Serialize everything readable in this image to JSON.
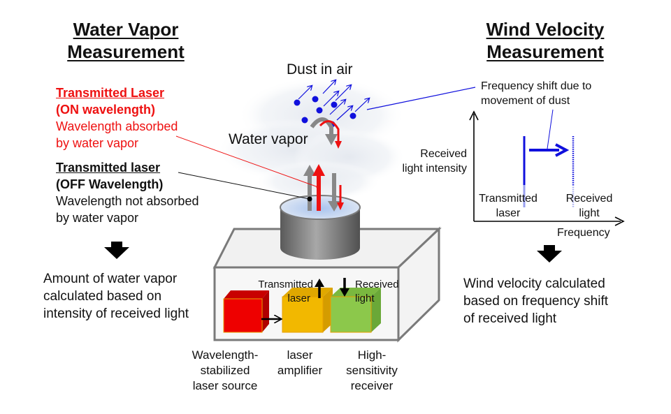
{
  "left": {
    "title_line1": "Water Vapor",
    "title_line2": "Measurement",
    "on_laser": {
      "heading": "Transmitted Laser",
      "subheading": "(ON wavelength)",
      "desc_line1": "Wavelength absorbed",
      "desc_line2": "by water vapor"
    },
    "off_laser": {
      "heading": "Transmitted laser",
      "subheading": "(OFF Wavelength)",
      "desc_line1": "Wavelength not absorbed",
      "desc_line2": "by water vapor"
    },
    "result_line1": "Amount of water vapor",
    "result_line2": "calculated based on",
    "result_line3": "intensity of received light"
  },
  "center": {
    "dust_label": "Dust in air",
    "vapor_label": "Water vapor",
    "transmitted_line1": "Transmitted",
    "transmitted_line2": "laser",
    "received_line1": "Received",
    "received_line2": "light",
    "components": [
      {
        "line1": "Wavelength-",
        "line2": "stabilized",
        "line3": "laser source",
        "color": "#ee0000"
      },
      {
        "line1": "laser",
        "line2": "amplifier",
        "line3": "",
        "color": "#f2b800"
      },
      {
        "line1": "High-",
        "line2": "sensitivity",
        "line3": "receiver",
        "color": "#8cc84b"
      }
    ]
  },
  "right": {
    "title_line1": "Wind Velocity",
    "title_line2": "Measurement",
    "shift_note_line1": "Frequency shift due to",
    "shift_note_line2": "movement of dust",
    "y_axis_line1": "Received",
    "y_axis_line2": "light intensity",
    "x_axis": "Frequency",
    "peak1_line1": "Transmitted",
    "peak1_line2": "laser",
    "peak2_line1": "Received",
    "peak2_line2": "light",
    "result_line1": "Wind velocity calculated",
    "result_line2": "based on frequency shift",
    "result_line3": "of received light"
  },
  "colors": {
    "red": "#ee1111",
    "blue": "#1010dd",
    "gray": "#808080"
  }
}
